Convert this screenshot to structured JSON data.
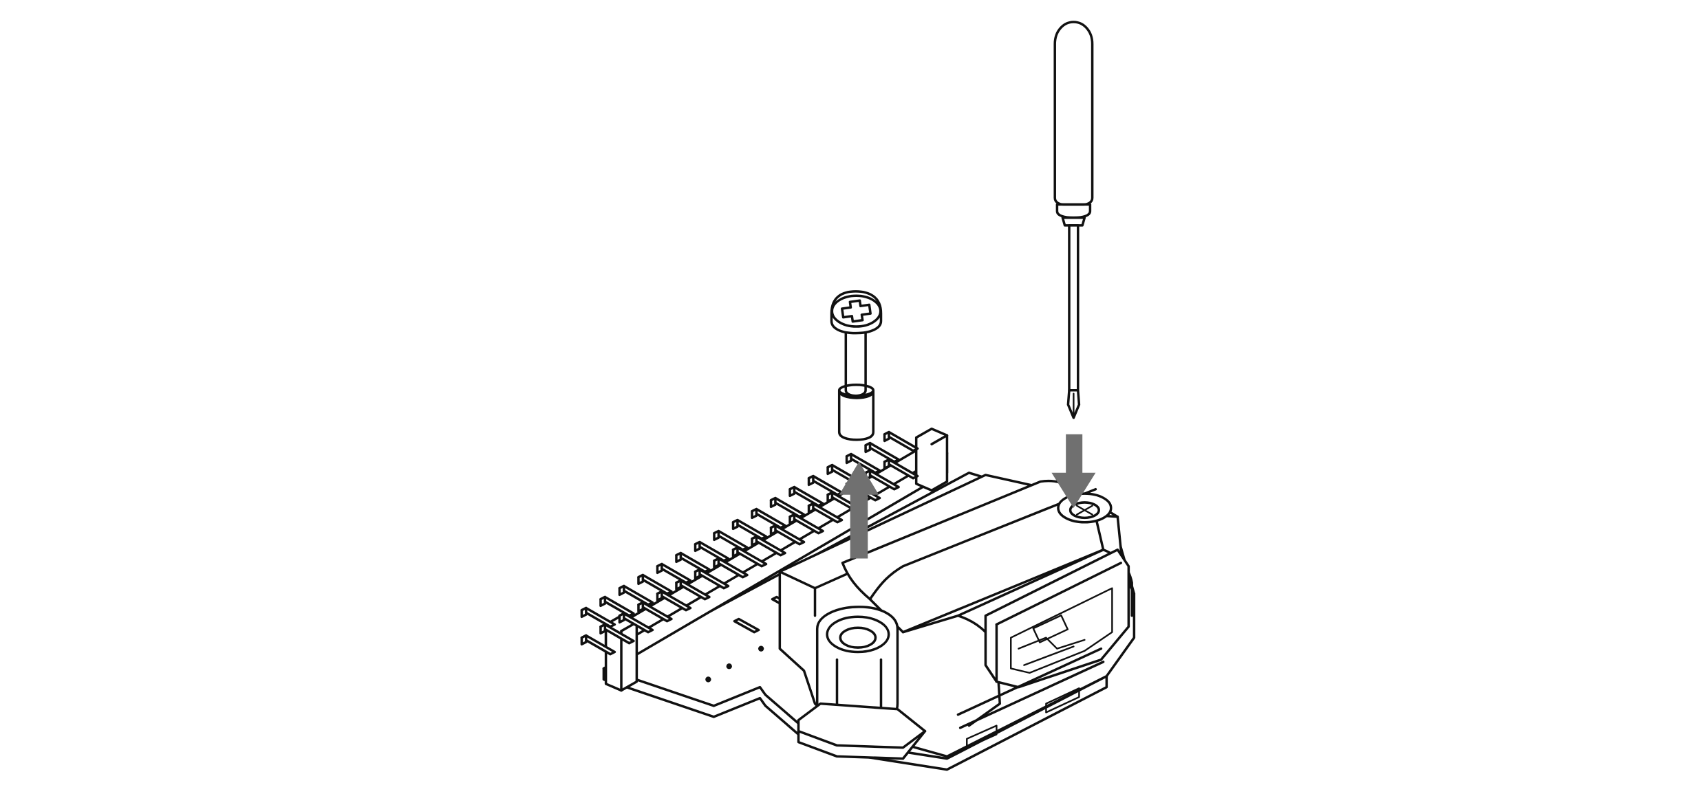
{
  "figure": {
    "kind": "assembly-instruction",
    "steps": [
      "remove-screw",
      "use-screwdriver"
    ]
  },
  "colors": {
    "background": "#ffffff",
    "line": "#111111",
    "arrow": "#707070"
  },
  "icons": {
    "screwdriver": "screwdriver-icon",
    "screw": "phillips-screw-icon",
    "arrow_up": "arrow-up-icon",
    "arrow_down": "arrow-down-icon"
  }
}
